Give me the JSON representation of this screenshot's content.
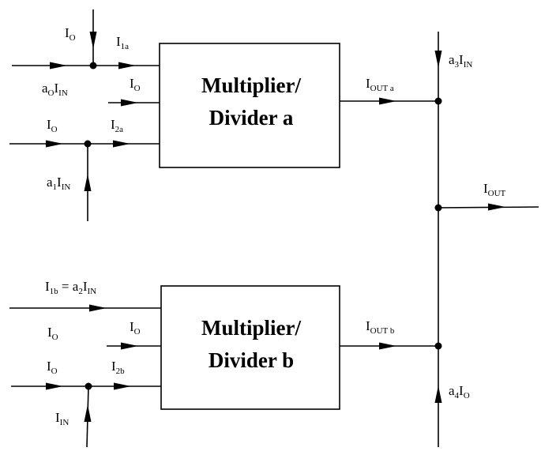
{
  "box_a": {
    "line1": "Multiplier/",
    "line2": "Divider a"
  },
  "box_b": {
    "line1": "Multiplier/",
    "line2": "Divider b"
  },
  "labels": {
    "io_top": {
      "main": "I",
      "sub": "O",
      "rest": "",
      "rest_sub": ""
    },
    "i1a": {
      "main": "I",
      "sub": "1a",
      "rest": "",
      "rest_sub": ""
    },
    "ao_iin": {
      "main": "a",
      "sub": "O",
      "rest": "I",
      "rest_sub": "IN"
    },
    "io_a_mid": {
      "main": "I",
      "sub": "O",
      "rest": "",
      "rest_sub": ""
    },
    "io_a_low": {
      "main": "I",
      "sub": "O",
      "rest": "",
      "rest_sub": ""
    },
    "i2a": {
      "main": "I",
      "sub": "2a",
      "rest": "",
      "rest_sub": ""
    },
    "a1_iin": {
      "main": "a",
      "sub": "1",
      "rest": "I",
      "rest_sub": "IN"
    },
    "iout_a": {
      "main": "I",
      "sub": "OUT a",
      "rest": "",
      "rest_sub": ""
    },
    "a3_iin": {
      "main": "a",
      "sub": "3",
      "rest": "I",
      "rest_sub": "IN"
    },
    "iout": {
      "main": "I",
      "sub": "OUT",
      "rest": "",
      "rest_sub": ""
    },
    "i1b_prefix": {
      "main": "I",
      "sub": "1b",
      "rest": " = a",
      "rest_sub": "2"
    },
    "i1b_suffix": {
      "main": "I",
      "sub": "IN",
      "rest": "",
      "rest_sub": ""
    },
    "io_b_left": {
      "main": "I",
      "sub": "O",
      "rest": "",
      "rest_sub": ""
    },
    "io_b_mid": {
      "main": "I",
      "sub": "O",
      "rest": "",
      "rest_sub": ""
    },
    "io_b_low": {
      "main": "I",
      "sub": "O",
      "rest": "",
      "rest_sub": ""
    },
    "i2b": {
      "main": "I",
      "sub": "2b",
      "rest": "",
      "rest_sub": ""
    },
    "iin_b": {
      "main": "I",
      "sub": "IN",
      "rest": "",
      "rest_sub": ""
    },
    "iout_b": {
      "main": "I",
      "sub": "OUT b",
      "rest": "",
      "rest_sub": ""
    },
    "a4_io": {
      "main": "a",
      "sub": "4",
      "rest": "I",
      "rest_sub": "O"
    }
  }
}
